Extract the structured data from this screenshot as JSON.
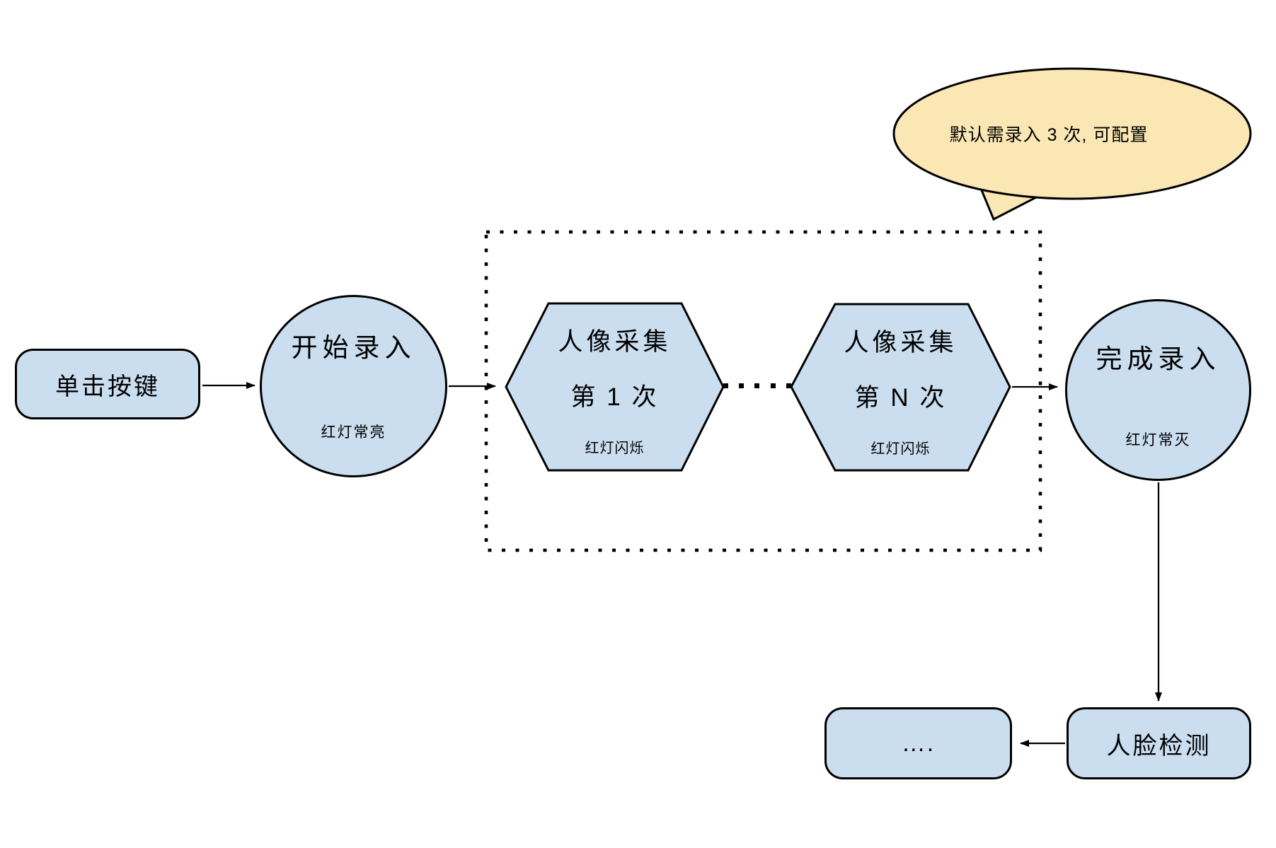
{
  "colors": {
    "shape_fill": "#CADEF0",
    "shape_stroke": "#000000",
    "bubble_fill": "#FAE7B4",
    "canvas_bg": "#FFFFFF"
  },
  "diagram": {
    "start_button": {
      "label": "单击按键"
    },
    "start_circle": {
      "title": "开始录入",
      "subtitle": "红灯常亮"
    },
    "capture_first": {
      "line1": "人像采集",
      "line2": "第 1 次",
      "line3": "红灯闪烁"
    },
    "capture_nth": {
      "line1": "人像采集",
      "line2": "第 N 次",
      "line3": "红灯闪烁"
    },
    "finish_circle": {
      "title": "完成录入",
      "subtitle": "红灯常灭"
    },
    "face_detection": {
      "label": "人脸检测"
    },
    "continuation": {
      "label": "…."
    },
    "callout": {
      "text": "默认需录入 3 次, 可配置"
    }
  }
}
